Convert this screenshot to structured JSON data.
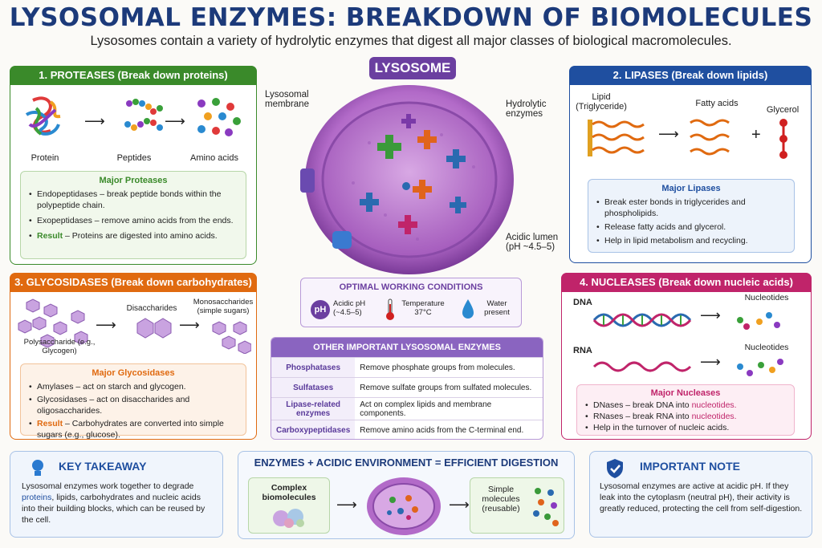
{
  "header": {
    "title": "LYSOSOMAL ENZYMES: BREAKDOWN OF BIOMOLECULES",
    "subtitle": "Lysosomes contain a variety of hydrolytic enzymes that digest all major classes of biological macromolecules."
  },
  "proteases": {
    "heading": "1. PROTEASES (Break down proteins)",
    "labels": [
      "Protein",
      "Peptides",
      "Amino acids"
    ],
    "box_title": "Major Proteases",
    "items": [
      "Endopeptidases – break peptide bonds within the polypeptide chain.",
      "Exopeptidases – remove amino acids from the ends."
    ],
    "result_label": "Result",
    "result_text": " – Proteins are digested into amino acids."
  },
  "glycosidases": {
    "heading": "3. GLYCOSIDASES (Break down carbohydrates)",
    "labels": [
      "Polysaccharide (e.g., Glycogen)",
      "Disaccharides",
      "Monosaccharides (simple sugars)"
    ],
    "box_title": "Major Glycosidases",
    "items": [
      "Amylases – act on starch and glycogen.",
      "Glycosidases – act on disaccharides and oligosaccharides."
    ],
    "result_label": "Result",
    "result_text": " – Carbohydrates are converted into simple sugars (e.g., glucose)."
  },
  "lysosome": {
    "badge": "LYSOSOME",
    "membrane_label": "Lysosomal membrane",
    "enzymes_label": "Hydrolytic enzymes",
    "lumen_label": "Acidic lumen (pH ~4.5–5)"
  },
  "conditions": {
    "title": "OPTIMAL WORKING CONDITIONS",
    "ph_icon": "pH",
    "ph_text": "Acidic pH (~4.5–5)",
    "temp_text": "Temperature 37°C",
    "water_text": "Water present"
  },
  "other_enzymes": {
    "title": "OTHER IMPORTANT LYSOSOMAL ENZYMES",
    "rows": [
      {
        "name": "Phosphatases",
        "desc": "Remove phosphate groups from molecules."
      },
      {
        "name": "Sulfatases",
        "desc": "Remove sulfate groups from sulfated molecules."
      },
      {
        "name": "Lipase-related enzymes",
        "desc": "Act on complex lipids and membrane components."
      },
      {
        "name": "Carboxypeptidases",
        "desc": "Remove amino acids from the C-terminal end."
      }
    ]
  },
  "lipases": {
    "heading": "2. LIPASES (Break down lipids)",
    "labels": [
      "Lipid (Triglyceride)",
      "Fatty acids",
      "Glycerol"
    ],
    "plus": "+",
    "box_title": "Major Lipases",
    "items": [
      "Break ester bonds in triglycerides and phospholipids.",
      "Release fatty acids and glycerol.",
      "Help in lipid metabolism and recycling."
    ]
  },
  "nucleases": {
    "heading": "4. NUCLEASES (Break down nucleic acids)",
    "labels": [
      "DNA",
      "Nucleotides",
      "RNA",
      "Nucleotides"
    ],
    "box_title": "Major Nucleases",
    "item1_pre": "DNases – break DNA into ",
    "item1_hl": "nucleotides.",
    "item2_pre": "RNases – break RNA into ",
    "item2_hl": "nucleotides.",
    "item3": "Help in the turnover of nucleic acids."
  },
  "takeaway": {
    "title": "KEY TAKEAWAY",
    "t1": "Lysosomal enzymes work together to degrade ",
    "t2": "proteins",
    "t3": ", lipids, carbohydrates and nucleic acids into their building blocks, which can be reused by the cell."
  },
  "equation": {
    "title": "ENZYMES + ACIDIC ENVIRONMENT = EFFICIENT DIGESTION",
    "left": "Complex biomolecules",
    "right": "Simple molecules (reusable)"
  },
  "note": {
    "title": "IMPORTANT NOTE",
    "text": "Lysosomal enzymes are active at acidic pH. If they leak into the cytoplasm (neutral pH), their activity is greatly reduced, protecting the cell from self-digestion."
  },
  "colors": {
    "green": "#3a8a2a",
    "orange": "#e06a10",
    "blue": "#1f4fa0",
    "magenta": "#c0246a",
    "purple": "#6b3fa0",
    "title": "#1c3a7a"
  }
}
